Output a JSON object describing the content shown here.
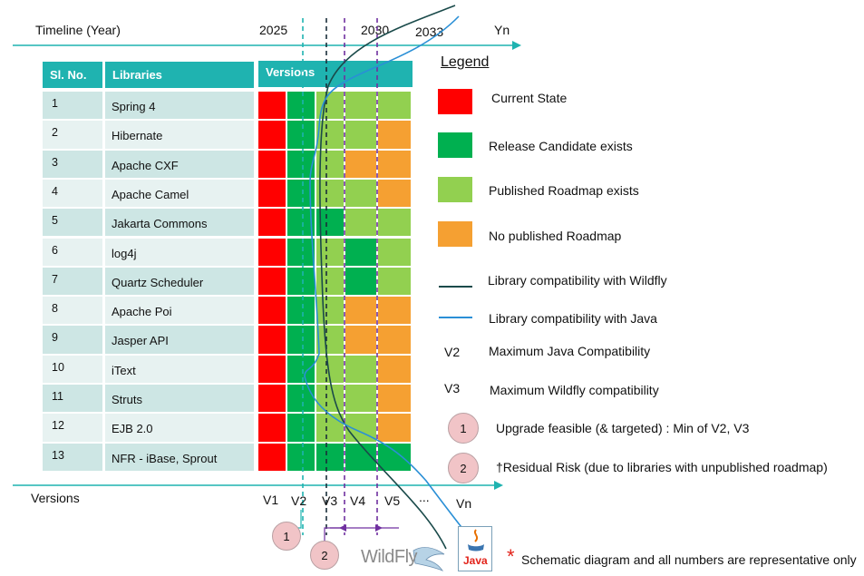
{
  "timeline": {
    "label": "Timeline (Year)",
    "years": [
      "2025",
      "2030",
      "2033",
      "Yn"
    ]
  },
  "table": {
    "headers": {
      "slno": "Sl. No.",
      "libraries": "Libraries",
      "versions": "Versions"
    },
    "rows": [
      {
        "no": "1",
        "name": "Spring 4",
        "states": [
          "red",
          "green",
          "light",
          "light",
          "light"
        ]
      },
      {
        "no": "2",
        "name": "Hibernate",
        "states": [
          "red",
          "green",
          "light",
          "light",
          "orange"
        ]
      },
      {
        "no": "3",
        "name": "Apache CXF",
        "states": [
          "red",
          "green",
          "light",
          "orange",
          "orange"
        ]
      },
      {
        "no": "4",
        "name": "Apache Camel",
        "states": [
          "red",
          "green",
          "light",
          "light",
          "orange"
        ]
      },
      {
        "no": "5",
        "name": "Jakarta Commons",
        "states": [
          "red",
          "green",
          "green",
          "light",
          "light"
        ]
      },
      {
        "no": "6",
        "name": "log4j",
        "states": [
          "red",
          "green",
          "light",
          "green",
          "light"
        ]
      },
      {
        "no": "7",
        "name": "Quartz Scheduler",
        "states": [
          "red",
          "green",
          "light",
          "green",
          "light"
        ]
      },
      {
        "no": "8",
        "name": "Apache Poi",
        "states": [
          "red",
          "green",
          "light",
          "orange",
          "orange"
        ]
      },
      {
        "no": "9",
        "name": "Jasper API",
        "states": [
          "red",
          "green",
          "light",
          "orange",
          "orange"
        ]
      },
      {
        "no": "10",
        "name": "iText",
        "states": [
          "red",
          "green",
          "light",
          "light",
          "orange"
        ]
      },
      {
        "no": "11",
        "name": "Struts",
        "states": [
          "red",
          "green",
          "light",
          "light",
          "orange"
        ]
      },
      {
        "no": "12",
        "name": "EJB 2.0",
        "states": [
          "red",
          "green",
          "light",
          "light",
          "orange"
        ]
      },
      {
        "no": "13",
        "name": "NFR - iBase, Sprout",
        "states": [
          "red",
          "green",
          "green",
          "green",
          "green"
        ]
      }
    ]
  },
  "versions_axis": {
    "label": "Versions",
    "ticks": [
      "V1",
      "V2",
      "V3",
      "V4",
      "V5",
      "...",
      "Vn"
    ]
  },
  "colors": {
    "red": "#ff0000",
    "green": "#00b050",
    "light": "#92d050",
    "orange": "#f5a032",
    "wildfly_line": "#1a4a4a",
    "java_line": "#2a8fd6",
    "teal": "#1fb3b0",
    "purple": "#7030a0"
  },
  "legend": {
    "title": "Legend",
    "items": [
      {
        "key": "red",
        "label": "Current State"
      },
      {
        "key": "green",
        "label": "Release Candidate exists"
      },
      {
        "key": "light",
        "label": "Published Roadmap exists"
      },
      {
        "key": "orange",
        "label": "No published Roadmap"
      }
    ],
    "lines": [
      {
        "label": "Library compatibility with Wildfly"
      },
      {
        "label": "Library compatibility with Java"
      }
    ],
    "v_items": [
      {
        "tag": "V2",
        "label": "Maximum Java Compatibility"
      },
      {
        "tag": "V3",
        "label": "Maximum Wildfly compatibility"
      }
    ],
    "circles": [
      {
        "num": "1",
        "label": "Upgrade feasible (& targeted) : Min of V2, V3"
      },
      {
        "num": "2",
        "label": "†Residual Risk (due to libraries with unpublished roadmap)"
      }
    ]
  },
  "markers": {
    "one": "1",
    "two": "2"
  },
  "logos": {
    "wildfly": "WildFly",
    "java": "Java"
  },
  "footnote": {
    "star": "*",
    "text": "Schematic diagram and all numbers are representative only"
  }
}
